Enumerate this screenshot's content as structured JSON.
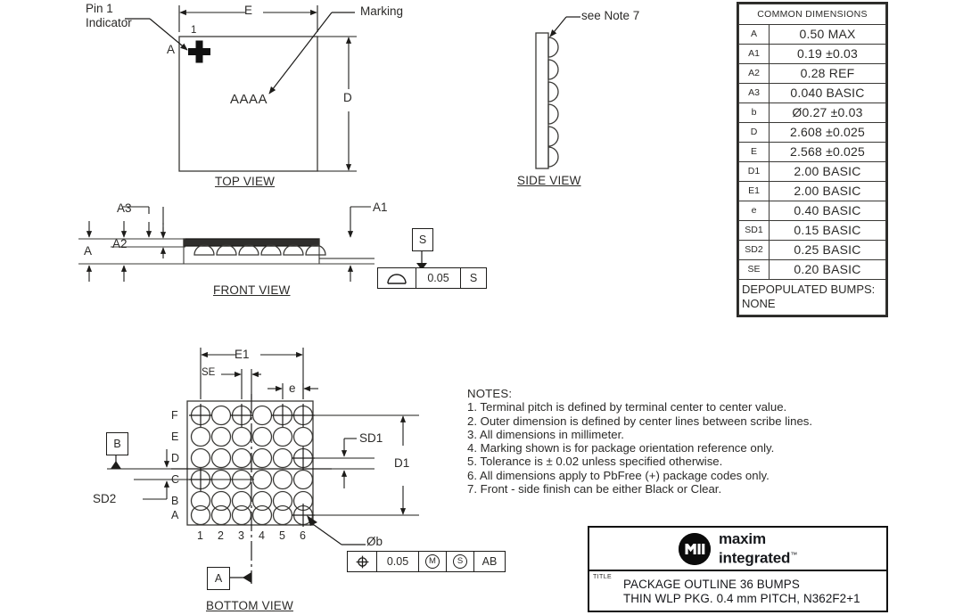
{
  "document": {
    "kind": "package-outline-drawing",
    "views": {
      "top": "TOP VIEW",
      "side": "SIDE VIEW",
      "front": "FRONT VIEW",
      "bottom": "BOTTOM VIEW"
    }
  },
  "top_view": {
    "pin1_line1": "Pin 1",
    "pin1_line2": "Indicator",
    "pin1_number": "1",
    "corner_letter": "A",
    "marking_label": "Marking",
    "marking_text": "AAAA",
    "dim_e": "E",
    "dim_d": "D",
    "caption": "TOP VIEW"
  },
  "side_view": {
    "note_callout": "see Note 7",
    "caption": "SIDE VIEW",
    "bump_count": 6
  },
  "front_view": {
    "dim_a": "A",
    "dim_a1": "A1",
    "dim_a2": "A2",
    "dim_a3": "A3",
    "datum_s": "S",
    "coplanarity_value": "0.05",
    "coplanarity_datum": "S",
    "caption": "FRONT VIEW",
    "bump_count": 6
  },
  "bottom_view": {
    "dim_e1": "E1",
    "dim_se": "SE",
    "dim_e": "e",
    "dim_d1": "D1",
    "dim_sd1": "SD1",
    "dim_sd2": "SD2",
    "datum_a": "A",
    "datum_b": "B",
    "bump_dia_label": "Øb",
    "fcf": {
      "symbol": "position",
      "tolerance": "0.05",
      "modifier": "M",
      "datum1": "S",
      "datum2": "AB"
    },
    "row_labels": [
      "F",
      "E",
      "D",
      "C",
      "B",
      "A"
    ],
    "col_labels": [
      "1",
      "2",
      "3",
      "4",
      "5",
      "6"
    ],
    "crosshair_bumps": [
      {
        "row": "F",
        "col": "1"
      },
      {
        "row": "F",
        "col": "3"
      },
      {
        "row": "F",
        "col": "5"
      },
      {
        "row": "F",
        "col": "6"
      },
      {
        "row": "D",
        "col": "6"
      },
      {
        "row": "C",
        "col": "1"
      },
      {
        "row": "A",
        "col": "6"
      }
    ],
    "caption": "BOTTOM VIEW"
  },
  "dimension_table": {
    "header": "COMMON DIMENSIONS",
    "rows": [
      {
        "symbol": "A",
        "value": "0.50 MAX"
      },
      {
        "symbol": "A1",
        "value": "0.19 ±0.03"
      },
      {
        "symbol": "A2",
        "value": "0.28 REF"
      },
      {
        "symbol": "A3",
        "value": "0.040 BASIC"
      },
      {
        "symbol": "b",
        "value": "Ø0.27 ±0.03"
      },
      {
        "symbol": "D",
        "value": "2.608 ±0.025"
      },
      {
        "symbol": "E",
        "value": "2.568 ±0.025"
      },
      {
        "symbol": "D1",
        "value": "2.00 BASIC"
      },
      {
        "symbol": "E1",
        "value": "2.00 BASIC"
      },
      {
        "symbol": "e",
        "value": "0.40 BASIC"
      },
      {
        "symbol": "SD1",
        "value": "0.15 BASIC"
      },
      {
        "symbol": "SD2",
        "value": "0.25 BASIC"
      },
      {
        "symbol": "SE",
        "value": "0.20 BASIC"
      }
    ],
    "footer_line1": "DEPOPULATED BUMPS:",
    "footer_line2": "NONE"
  },
  "notes": {
    "heading": "NOTES:",
    "items": [
      "1. Terminal pitch is defined by terminal center to center value.",
      "2. Outer dimension is defined by center lines between scribe lines.",
      "3. All dimensions in millimeter.",
      "4. Marking shown is for package orientation reference only.",
      "5. Tolerance is ± 0.02 unless specified otherwise.",
      "6. All dimensions apply to PbFree (+) package codes only.",
      "7. Front - side finish can be either Black or Clear."
    ]
  },
  "title_block": {
    "brand_line1": "maxim",
    "brand_line2": "integrated",
    "trademark": "™",
    "title_label": "TITLE",
    "title_line1": "PACKAGE OUTLINE 36 BUMPS",
    "title_line2": "THIN WLP PKG. 0.4 mm PITCH, N362F2+1"
  },
  "colors": {
    "ink": "#2b2a28",
    "line": "#3a3936",
    "logo": "#0b0b0b",
    "background": "#ffffff"
  }
}
